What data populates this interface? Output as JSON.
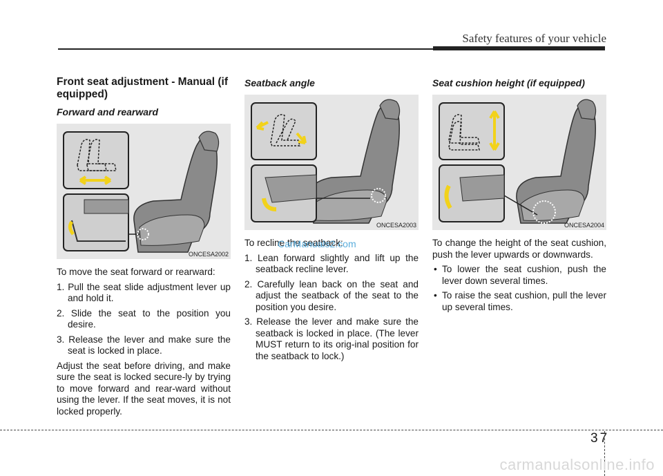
{
  "header": {
    "title": "Safety features of your vehicle"
  },
  "col1": {
    "heading": "Front seat adjustment - Manual (if equipped)",
    "subheading": "Forward and rearward",
    "figure_code": "ONCESA2002",
    "intro": "To move the seat forward or rearward:",
    "steps": [
      "1. Pull the seat slide adjustment lever up and hold it.",
      "2. Slide the seat to the position you desire.",
      "3. Release the lever and make sure the seat is locked in place."
    ],
    "paragraph": "Adjust the seat before driving, and make sure the seat is locked secure-ly by trying to move forward and rear-ward without using the lever. If the seat moves, it is not locked properly."
  },
  "col2": {
    "subheading": "Seatback angle",
    "figure_code": "ONCESA2003",
    "intro": "To recline the seatback:",
    "steps": [
      "1. Lean forward slightly and lift up the seatback recline lever.",
      "2. Carefully lean back on the seat and adjust the seatback of the seat to the position you desire.",
      "3. Release the lever and make sure the seatback is locked in place. (The lever MUST return to its orig-inal position for the seatback to lock.)"
    ]
  },
  "col3": {
    "subheading": "Seat cushion height (if equipped)",
    "figure_code": "ONCESA2004",
    "intro": "To change the height of the seat cushion, push the lever upwards or downwards.",
    "bullets": [
      "To lower the seat cushion, push the lever down several times.",
      "To raise the seat cushion, pull the lever  up several times."
    ]
  },
  "watermark": "CarManuals2.com",
  "footer": {
    "page_number": "37",
    "site": "carmanualsonline.info"
  },
  "colors": {
    "arrow": "#f2d21a",
    "figure_bg": "#e6e6e6"
  }
}
